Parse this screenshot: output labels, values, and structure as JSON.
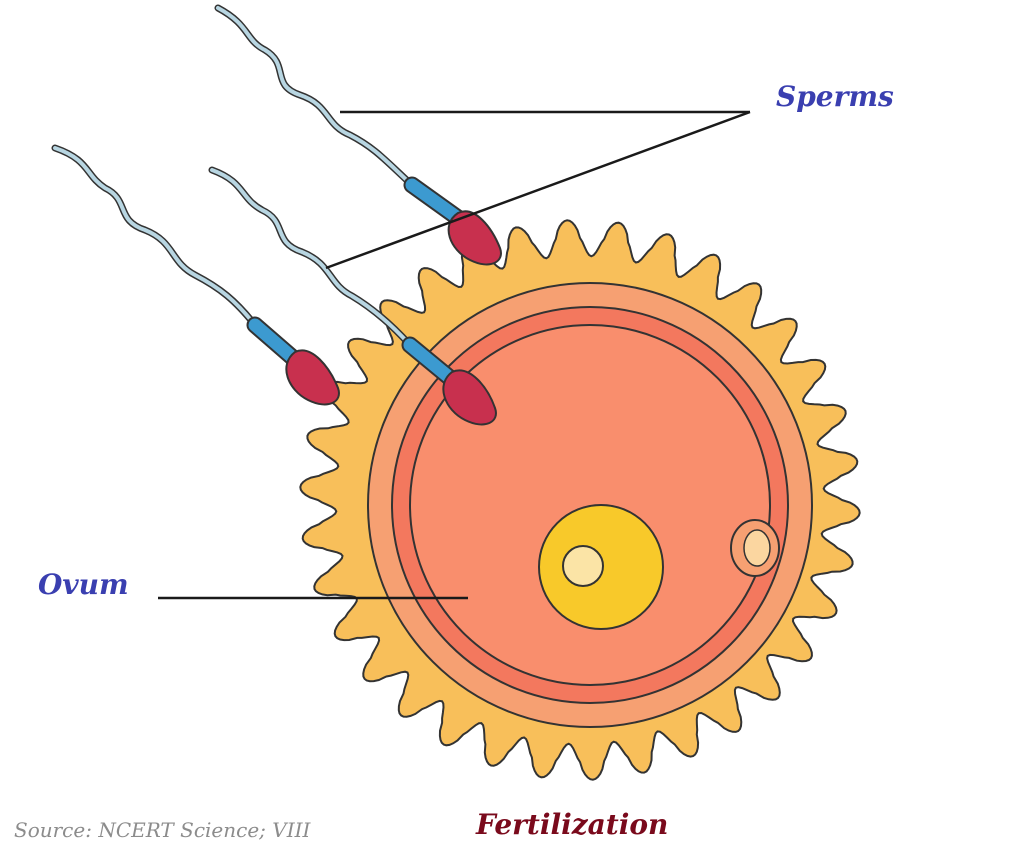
{
  "labels": {
    "sperms": "Sperms",
    "ovum": "Ovum",
    "title": "Fertilization",
    "source": "Source: NCERT Science; VIII"
  },
  "colors": {
    "corona": "#f8bf5a",
    "zona": "#f6a072",
    "membrane": "#f3785e",
    "cytoplasm": "#f98e6d",
    "nucleus": "#f8c92a",
    "nucleolus": "#fbe4a6",
    "sperm_head": "#c8304e",
    "sperm_midpiece": "#3c9ad0",
    "sperm_tail": "#b8d6e2",
    "label_blue": "#3a3fb0",
    "title_red": "#7a0a1c"
  }
}
